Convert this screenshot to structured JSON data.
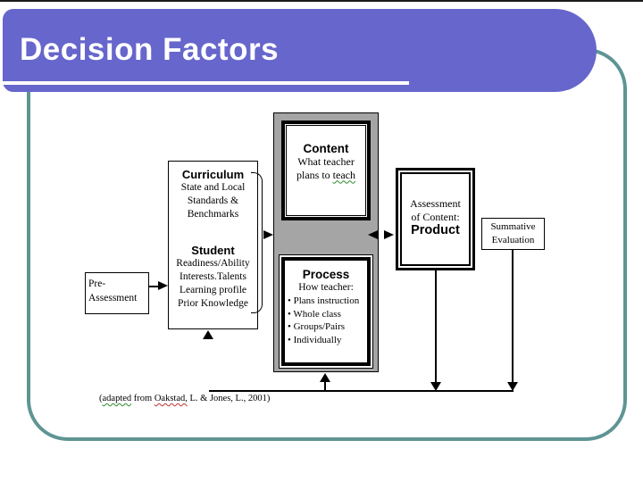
{
  "colors": {
    "banner": "#6666cc",
    "frame": "#5f9494",
    "container_gray": "#a5a5a5"
  },
  "slide": {
    "title": "Decision Factors"
  },
  "boxes": {
    "curriculum": {
      "heading": "Curriculum",
      "lines": [
        "State and Local",
        "Standards &",
        "Benchmarks"
      ]
    },
    "student": {
      "heading": "Student",
      "lines": [
        "Readiness/Ability",
        "Interests.Talents",
        "Learning profile",
        "Prior Knowledge"
      ]
    },
    "pre_assessment": {
      "lines": [
        "Pre-",
        "Assessment"
      ]
    },
    "content": {
      "heading": "Content",
      "line1": "What teacher",
      "line2_start": "plans to ",
      "line2_flagged": "teach"
    },
    "process": {
      "heading": "Process",
      "subheading": "How teacher:",
      "bullets": [
        "• Plans instruction",
        "• Whole class",
        "• Groups/Pairs",
        "• Individually"
      ]
    },
    "assessment": {
      "line1": "Assessment",
      "line2": "of Content:",
      "heading": "Product"
    },
    "summative": {
      "lines": [
        "Summative",
        "Evaluation"
      ]
    }
  },
  "footer": {
    "citation_open": "(",
    "citation_flagged_1": "adapted",
    "citation_mid": " from ",
    "citation_flagged_2": "Oakstad,",
    "citation_rest": " L. & Jones, L., 2001)"
  }
}
